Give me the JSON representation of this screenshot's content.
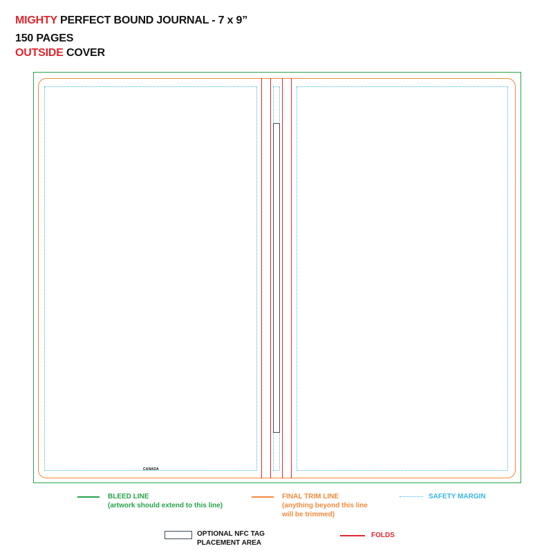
{
  "header": {
    "line1_accent": "MIGHTY",
    "line1_rest": " PERFECT BOUND JOURNAL - 7 x 9”",
    "line2": "150 PAGES",
    "line3_accent": "OUTSIDE",
    "line3_rest": " COVER"
  },
  "template": {
    "country_label": "CANADA"
  },
  "legend": {
    "bleed_title": "BLEED LINE",
    "bleed_note": "(artwork should extend to this line)",
    "trim_title": "FINAL TRIM LINE",
    "trim_note_1": "(anything beyond this line",
    "trim_note_2": "will be trimmed)",
    "safety_title": "SAFETY MARGIN",
    "nfc_title_1": "OPTIONAL NFC TAG",
    "nfc_title_2": "PLACEMENT AREA",
    "folds_title": "FOLDS"
  },
  "colors": {
    "accent": "#e3262c",
    "bleed": "#27a34a",
    "trim": "#f28a3b",
    "safety": "#3ab6e6",
    "folds": "#e3262c",
    "nfc": "#3c4a56"
  }
}
